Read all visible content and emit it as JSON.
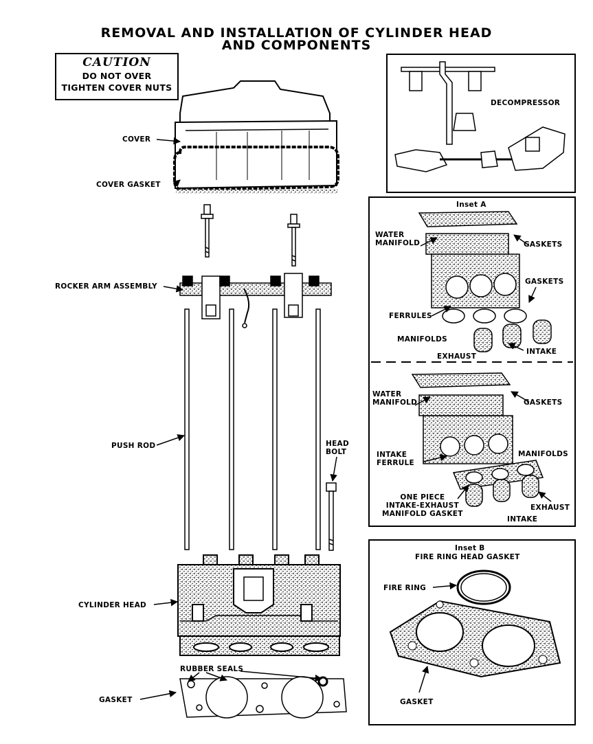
{
  "title": {
    "line1": "REMOVAL AND INSTALLATION OF CYLINDER HEAD",
    "line2": "AND COMPONENTS"
  },
  "caution": {
    "heading": "CAUTION",
    "line1": "DO NOT OVER",
    "line2": "TIGHTEN COVER NUTS"
  },
  "main_labels": {
    "cover": "COVER",
    "cover_gasket": "COVER GASKET",
    "rocker_arm_assembly": "ROCKER ARM ASSEMBLY",
    "push_rod": "PUSH ROD",
    "head_bolt": "HEAD\nBOLT",
    "cylinder_head": "CYLINDER HEAD",
    "rubber_seals": "RUBBER SEALS",
    "gasket": "GASKET"
  },
  "decompressor": {
    "label": "DECOMPRESSOR"
  },
  "inset_a": {
    "title": "Inset A",
    "upper": {
      "water_manifold": "WATER\nMANIFOLD",
      "gaskets_top": "GASKETS",
      "gaskets_side": "GASKETS",
      "ferrules": "FERRULES",
      "manifolds": "MANIFOLDS",
      "exhaust": "EXHAUST",
      "intake": "INTAKE"
    },
    "lower": {
      "water_manifold": "WATER\nMANIFOLD",
      "gaskets": "GASKETS",
      "intake_ferrule": "INTAKE\nFERRULE",
      "manifolds": "MANIFOLDS",
      "one_piece_gasket": "ONE PIECE\nINTAKE-EXHAUST\nMANIFOLD GASKET",
      "exhaust": "EXHAUST",
      "intake": "INTAKE"
    }
  },
  "inset_b": {
    "title": "Inset B",
    "subtitle": "FIRE RING HEAD GASKET",
    "fire_ring": "FIRE RING",
    "gasket": "GASKET"
  }
}
